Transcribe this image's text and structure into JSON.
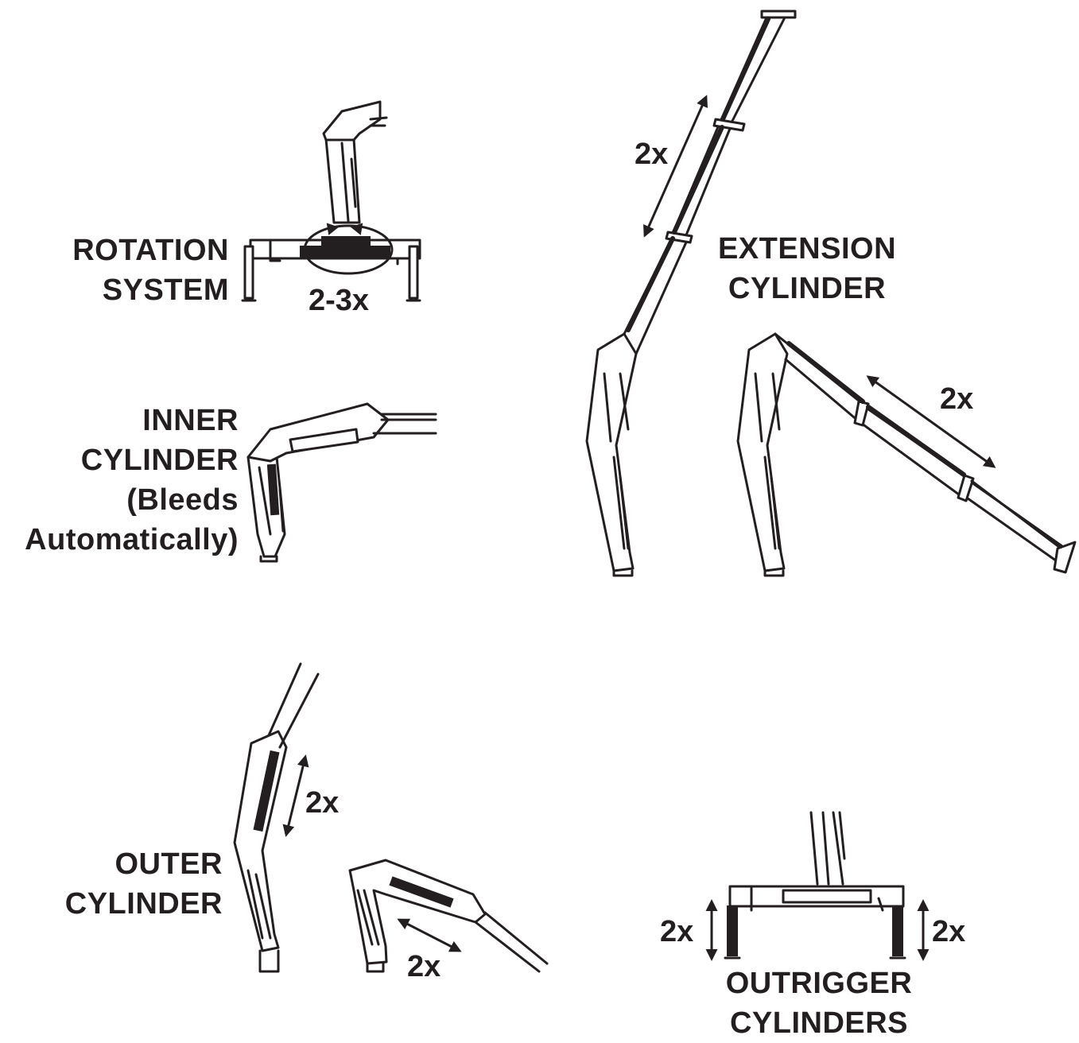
{
  "labels": {
    "rotation_system": [
      "ROTATION",
      "SYSTEM"
    ],
    "inner_cylinder": [
      "INNER",
      "CYLINDER",
      "(Bleeds",
      "Automatically)"
    ],
    "extension_cylinder": [
      "EXTENSION",
      "CYLINDER"
    ],
    "outer_cylinder": [
      "OUTER",
      "CYLINDER"
    ],
    "outrigger_cylinders": [
      "OUTRIGGER",
      "CYLINDERS"
    ]
  },
  "counts": {
    "rotation": "2-3x",
    "extension_upright": "2x",
    "extension_lowered": "2x",
    "outer_upright": "2x",
    "outer_lowered": "2x",
    "outrigger_left": "2x",
    "outrigger_right": "2x"
  },
  "colors": {
    "ink": "#231f20",
    "paper": "#ffffff"
  }
}
